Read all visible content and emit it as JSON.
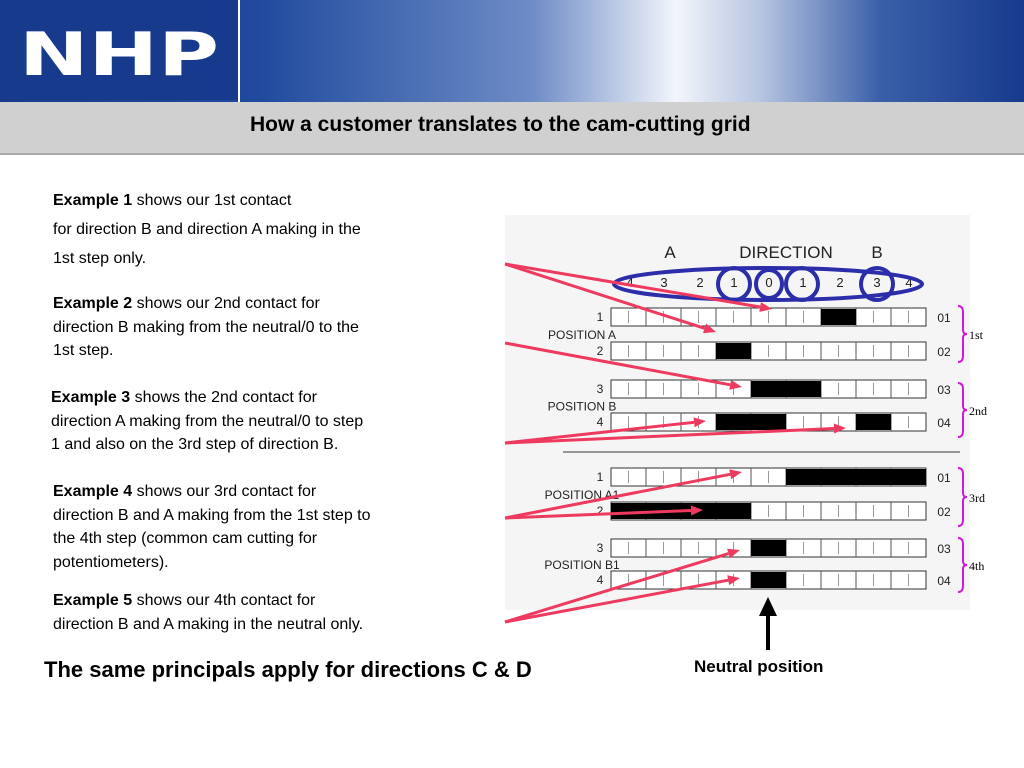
{
  "header": {
    "logo_text": "NHP",
    "title": "How a customer translates to the cam-cutting grid"
  },
  "examples": [
    {
      "label": "Example 1",
      "lines": [
        " shows our 1st contact",
        "for direction B and direction A making in the",
        "1st step only."
      ]
    },
    {
      "label": "Example 2",
      "lines": [
        " shows our 2nd contact for",
        "direction B making from the neutral/0 to the",
        "1st step."
      ]
    },
    {
      "label": "Example 3",
      "lines": [
        " shows the 2nd contact for",
        "direction A making from the neutral/0 to step",
        "1 and also on the 3rd step of direction B."
      ]
    },
    {
      "label": "Example 4",
      "lines": [
        " shows our 3rd contact for",
        "direction B and A making from the 1st step to",
        "the 4th step (common cam cutting for",
        "potentiometers)."
      ]
    },
    {
      "label": "Example 5",
      "lines": [
        " shows our 4th contact for",
        "direction B and A making in the neutral only."
      ]
    }
  ],
  "diagram": {
    "direction_a": "A",
    "direction_title": "DIRECTION",
    "direction_b": "B",
    "step_numbers": [
      "4",
      "3",
      "2",
      "1",
      "0",
      "1",
      "2",
      "3",
      "4"
    ],
    "groups": [
      {
        "label": "POSITION A",
        "rows": [
          {
            "num": "1",
            "code": "01",
            "filled": [
              6
            ]
          },
          {
            "num": "2",
            "code": "02",
            "filled": [
              3
            ]
          }
        ]
      },
      {
        "label": "POSITION B",
        "rows": [
          {
            "num": "3",
            "code": "03",
            "filled": [
              4,
              5
            ]
          },
          {
            "num": "4",
            "code": "04",
            "filled": [
              3,
              4,
              7
            ]
          }
        ]
      },
      {
        "label": "POSITION A1",
        "rows": [
          {
            "num": "1",
            "code": "01",
            "filled": [
              5,
              6,
              7,
              8
            ]
          },
          {
            "num": "2",
            "code": "02",
            "filled": [
              0,
              1,
              2,
              3
            ]
          }
        ]
      },
      {
        "label": "POSITION B1",
        "rows": [
          {
            "num": "3",
            "code": "03",
            "filled": [
              4
            ]
          },
          {
            "num": "4",
            "code": "04",
            "filled": [
              4
            ]
          }
        ]
      }
    ],
    "brace_labels": [
      "1st",
      "2nd",
      "3rd",
      "4th"
    ],
    "neutral_label": "Neutral position"
  },
  "footer": "The same principals apply for directions C & D",
  "colors": {
    "header_blue": "#173a8d",
    "arrow_pink": "#ee3a5f",
    "circle_blue": "#2b2ea8",
    "brace_magenta": "#d21bd8"
  }
}
